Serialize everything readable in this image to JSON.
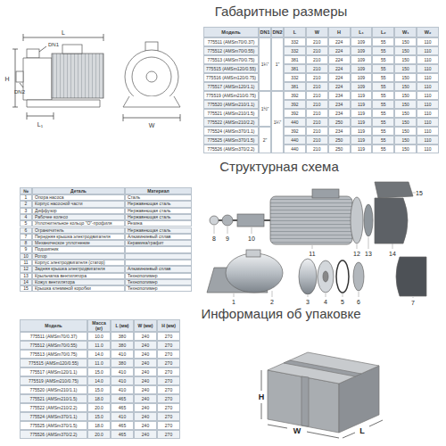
{
  "diagram": {
    "title": "Габаритные размеры",
    "labels": [
      "Структурная схема",
      "Информация об упаковке",
      "L",
      "H",
      "W",
      "L₁",
      "DN1",
      "DN2",
      "Модель",
      "DN1",
      "DN2",
      "L",
      "W",
      "H",
      "L₁",
      "L₂",
      "W₁",
      "W₂",
      "775511 (AMSm70/0.37)",
      "332",
      "210",
      "224",
      "109",
      "55",
      "150",
      "110",
      "775512 (AMSm70/0.55)",
      "332",
      "210",
      "224",
      "109",
      "55",
      "150",
      "110",
      "775513 (AMSm70/0.75)",
      "381",
      "210",
      "224",
      "109",
      "55",
      "150",
      "110",
      "775515 (AMSm120/0.55)",
      "381",
      "210",
      "224",
      "109",
      "55",
      "150",
      "110",
      "775516 (AMSm120/0.75)",
      "332",
      "210",
      "224",
      "109",
      "55",
      "150",
      "110",
      "775517 (AMSm120/1.1)",
      "381",
      "210",
      "224",
      "109",
      "55",
      "150",
      "110",
      "775519 (AMSm210/0.75)",
      "392",
      "210",
      "234",
      "119",
      "55",
      "150",
      "110",
      "775520 (AMSm210/1.1)",
      "392",
      "210",
      "234",
      "119",
      "55",
      "150",
      "110",
      "775521 (AMSm210/1.5)",
      "392",
      "210",
      "234",
      "119",
      "55",
      "150",
      "110",
      "775522 (AMSm210/2.2)",
      "440",
      "210",
      "250",
      "119",
      "55",
      "150",
      "110",
      "775524 (AMSm370/1.1)",
      "392",
      "210",
      "234",
      "119",
      "55",
      "150",
      "110",
      "775525 (AMSm370/1.5)",
      "440",
      "210",
      "250",
      "119",
      "55",
      "150",
      "110",
      "775526 (AMSm370/2.2)",
      "440",
      "210",
      "250",
      "119",
      "55",
      "150",
      "110",
      "1¼\"",
      "1\"",
      "1½\"",
      "2\"",
      "1¼\"",
      "№",
      "Деталь",
      "Материал",
      "1",
      "Опора насоса",
      "Сталь",
      "2",
      "Корпус насосной части",
      "Нержавеющая сталь",
      "3",
      "Диффузор",
      "Нержавеющая сталь",
      "4",
      "Рабочее колесо",
      "Нержавеющая сталь",
      "5",
      "Уплотнительное кольцо \"O\"-профиля",
      "Резина",
      "6",
      "Ограничитель",
      "Нержавеющая сталь",
      "7",
      "Передняя крышка электродвигателя",
      "Алюминиевый сплав",
      "8",
      "Механическое уплотнение",
      "Керамика/графит",
      "9",
      "Подшипник",
      "10",
      "Ротор",
      "11",
      "Корпус электродвигателя (статор)",
      "12",
      "Задняя крышка электродвигателя",
      "Алюминиевый сплав",
      "13",
      "Крыльчатка вентилятора",
      "Технополимер",
      "14",
      "Кожух вентилятора",
      "Технополимер",
      "15",
      "Крышка клеммной коробки",
      "Технополимер",
      "15",
      "8",
      "9",
      "10",
      "11",
      "12",
      "13",
      "14",
      "1",
      "2",
      "3",
      "4",
      "5",
      "6",
      "7",
      "Модель",
      "Масса (кг)",
      "L (мм)",
      "W (мм)",
      "H (мм)",
      "775511 (AMSm70/0.37)",
      "10.0",
      "380",
      "240",
      "270",
      "775512 (AMSm70/0.55)",
      "11.0",
      "380",
      "240",
      "270",
      "775513 (AMSm70/0.75)",
      "14.0",
      "410",
      "240",
      "270",
      "775515 (AMSm120/0.55)",
      "11.0",
      "380",
      "240",
      "270",
      "775517 (AMSm120/1.1)",
      "15.0",
      "410",
      "240",
      "270",
      "775519 (AMSm210/0.75)",
      "14.0",
      "410",
      "240",
      "270",
      "775520 (AMSm210/1.1)",
      "15.0",
      "410",
      "240",
      "270",
      "775521 (AMSm210/1.5)",
      "18.0",
      "465",
      "240",
      "270",
      "775522 (AMSm210/2.2)",
      "20.0",
      "465",
      "240",
      "270",
      "775524 (AMSm370/1.1)",
      "15.0",
      "410",
      "240",
      "270",
      "775525 (AMSm370/1.5)",
      "18.0",
      "465",
      "240",
      "270",
      "775526 (AMSm370/2.2)",
      "20.0",
      "465",
      "240",
      "270",
      "H",
      "W",
      "L"
    ]
  }
}
